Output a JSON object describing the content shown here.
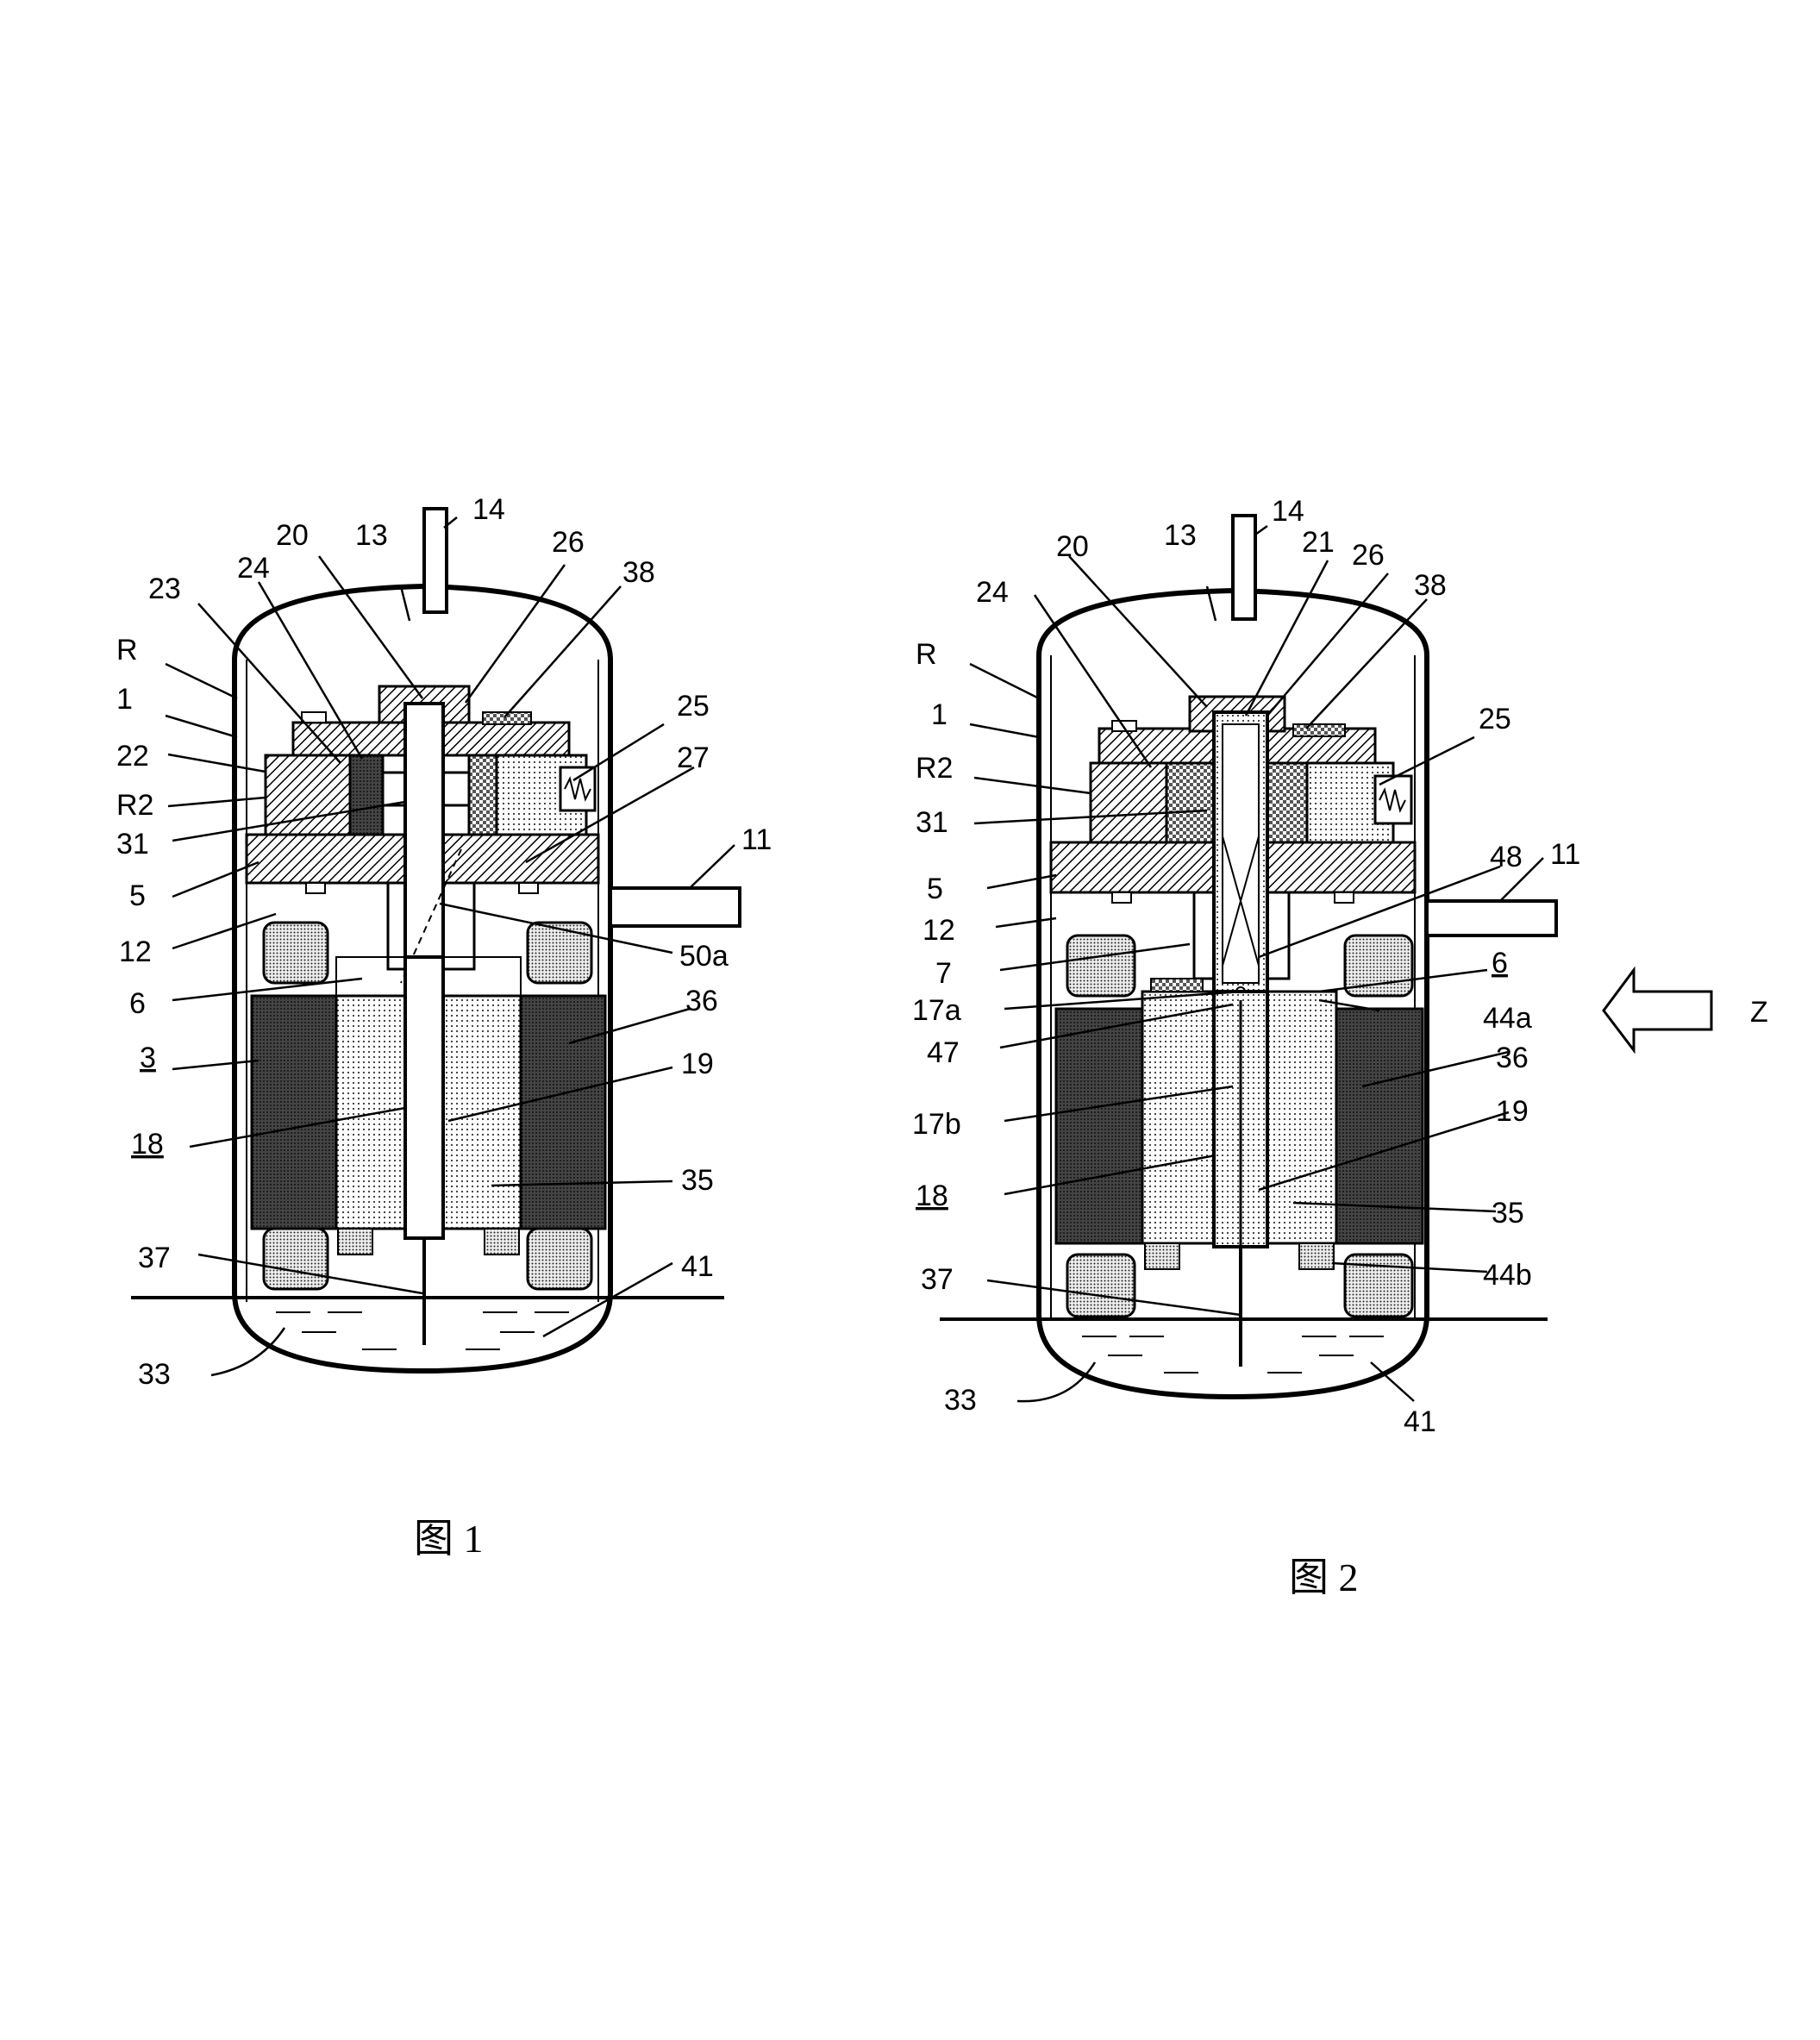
{
  "figures": [
    {
      "caption": "图 1",
      "labels": [
        "14",
        "20",
        "13",
        "26",
        "38",
        "23",
        "24",
        "R",
        "1",
        "22",
        "R2",
        "31",
        "25",
        "27",
        "11",
        "5",
        "12",
        "50a",
        "6",
        "36",
        "3",
        "19",
        "18",
        "35",
        "37",
        "41",
        "33"
      ]
    },
    {
      "caption": "图 2",
      "labels": [
        "14",
        "20",
        "13",
        "21",
        "26",
        "38",
        "24",
        "R",
        "1",
        "R2",
        "31",
        "25",
        "5",
        "48",
        "11",
        "12",
        "7",
        "6",
        "17a",
        "44a",
        "47",
        "36",
        "17b",
        "19",
        "18",
        "35",
        "37",
        "44b",
        "33",
        "41",
        "Z"
      ]
    }
  ],
  "colors": {
    "line": "#000000",
    "dark_hatch": "#555555",
    "light_dots": "#bbbbbb",
    "background": "#ffffff"
  }
}
